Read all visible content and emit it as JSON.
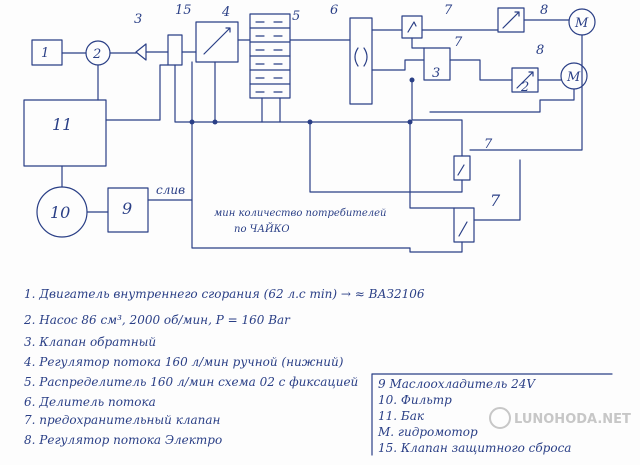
{
  "diagram": {
    "labels": {
      "n1": "1",
      "n2": "2",
      "n3": "3",
      "n15": "15",
      "n4": "4",
      "n5": "5",
      "n6": "6",
      "n7a": "7",
      "n8a": "8",
      "mA": "M",
      "n7b": "7",
      "n8b": "8",
      "mB": "M",
      "n3b": "3",
      "n2b": "2",
      "n11": "11",
      "n10": "10",
      "n9": "9",
      "n7c": "7",
      "n7d": "7",
      "sliv": "слив",
      "note_line1": "мин количество потребителей",
      "note_line2": "по ЧАЙКО"
    },
    "legend_left": [
      "1. Двигатель внутреннего сгорания (62 л.с min) → ≈ ВАЗ2106",
      "2. Насос 86 см³, 2000 об/мин, P = 160 Bar",
      "3. Клапан обратный",
      "4. Регулятор потока 160 л/мин ручной (нижний)",
      "5. Распределитель 160 л/мин схема 02 с фиксацией",
      "6. Делитель потока",
      "7. предохранительный клапан",
      "8. Регулятор потока Электро"
    ],
    "legend_right": [
      "9 Маслоохладитель 24V",
      "10. Фильтр",
      "11. Бак",
      "М. гидромотор",
      "15. Клапан защитного сброса"
    ],
    "watermark": "LUNOHODA.NET"
  }
}
